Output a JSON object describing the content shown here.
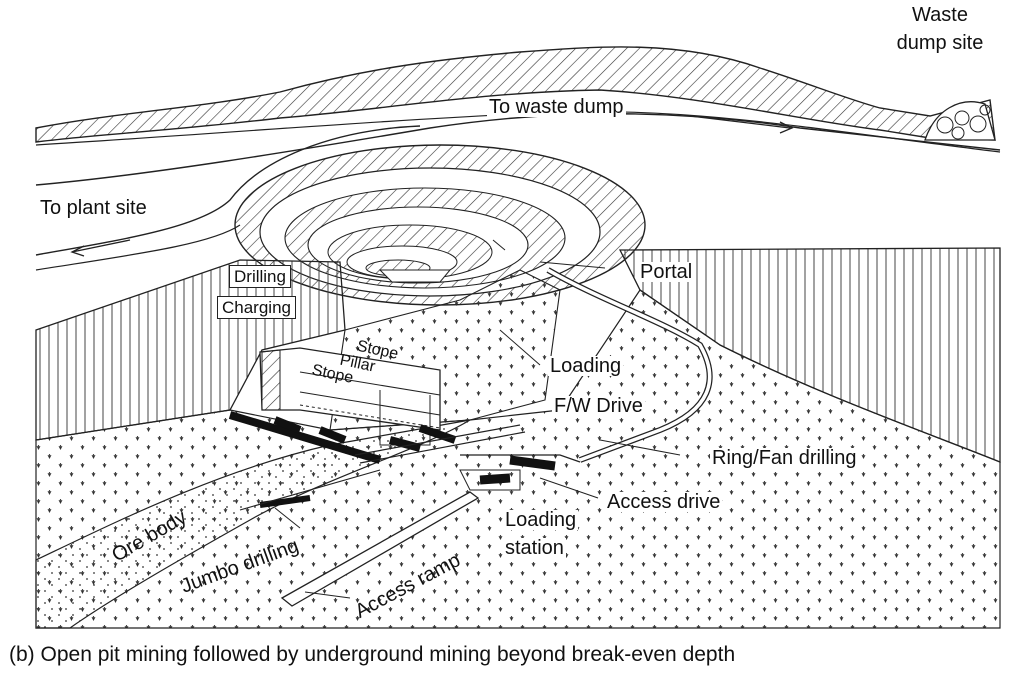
{
  "labels": {
    "waste_line1": "Waste",
    "waste_line2": "dump site",
    "to_waste_dump": "To waste dump",
    "to_plant_site": "To plant site",
    "drilling": "Drilling",
    "charging": "Charging",
    "portal": "Portal",
    "stope_top": "Stope",
    "pillar": "Pillar",
    "stope_bottom": "Stope",
    "loading": "Loading",
    "fw_drive": "F/W Drive",
    "ring_fan_drilling": "Ring/Fan drilling",
    "access_drive": "Access drive",
    "loading_station_line1": "Loading",
    "loading_station_line2": "station",
    "ore_body": "Ore body",
    "jumbo_drilling": "Jumbo drilling",
    "access_ramp": "Access ramp"
  },
  "caption": "(b) Open pit mining followed by underground mining beyond break-even depth"
}
